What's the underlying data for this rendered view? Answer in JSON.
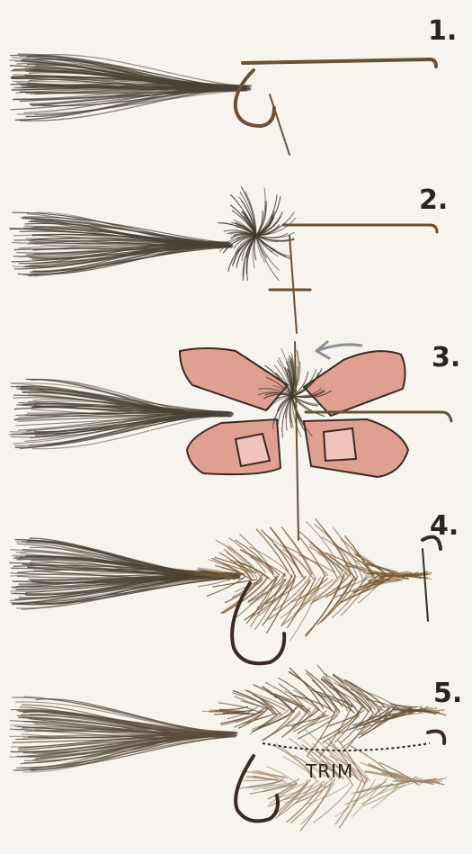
{
  "steps": [
    {
      "number": "1."
    },
    {
      "number": "2."
    },
    {
      "number": "3."
    },
    {
      "number": "4."
    },
    {
      "number": "5."
    }
  ],
  "annotation": {
    "trim_label": "TRIM"
  },
  "colors": {
    "paper": "#f7f4ee",
    "hair_dark": "#4a4236",
    "hair_brown": "#7a5a34",
    "hook": "#5b4530",
    "finger": "#e0a091",
    "arrow": "#8a8f9a"
  }
}
